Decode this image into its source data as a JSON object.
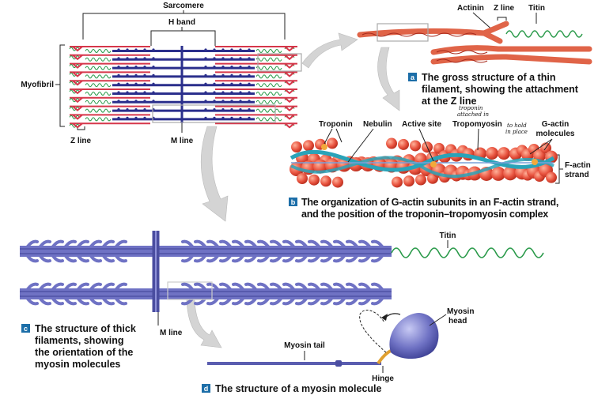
{
  "colors": {
    "thin_filament": "#d6364a",
    "thick_filament": "#2b2f8c",
    "titin": "#2a9a4a",
    "myosin": "#6f72c4",
    "actin": "#e8533f",
    "tropomyosin": "#2aa3b8",
    "badge": "#1c6ea8",
    "arrow": "#d4d4d4"
  },
  "sarcomere": {
    "sarcomere_label": "Sarcomere",
    "h_band_label": "H band",
    "myofibril_label": "Myofibril",
    "z_line_label": "Z line",
    "m_line_label": "M line"
  },
  "panel_a": {
    "badge": "a",
    "caption_lines": [
      "The gross structure of a thin",
      "filament, showing the attachment",
      "at the Z line"
    ],
    "actinin_label": "Actinin",
    "z_line_label": "Z line",
    "titin_label": "Titin"
  },
  "panel_b": {
    "badge": "b",
    "caption_lines": [
      "The organization of G-actin subunits in an F-actin strand,",
      "and the position of the troponin–tropomyosin complex"
    ],
    "troponin_label": "Troponin",
    "nebulin_label": "Nebulin",
    "active_site_label": "Active site",
    "tropomyosin_label": "Tropomyosin",
    "g_actin_label": [
      "G-actin",
      "molecules"
    ],
    "f_actin_label": [
      "F-actin",
      "strand"
    ],
    "handwritten_note": [
      "troponin",
      "attached in",
      "to hold",
      "in place"
    ]
  },
  "panel_c": {
    "badge": "c",
    "caption_lines": [
      "The structure of thick",
      "filaments, showing",
      "the orientation of the",
      "myosin molecules"
    ],
    "titin_label": "Titin",
    "m_line_label": "M line"
  },
  "panel_d": {
    "badge": "d",
    "caption": "The structure of a myosin molecule",
    "myosin_tail_label": "Myosin tail",
    "hinge_label": "Hinge",
    "myosin_head_label": [
      "Myosin",
      "head"
    ]
  }
}
